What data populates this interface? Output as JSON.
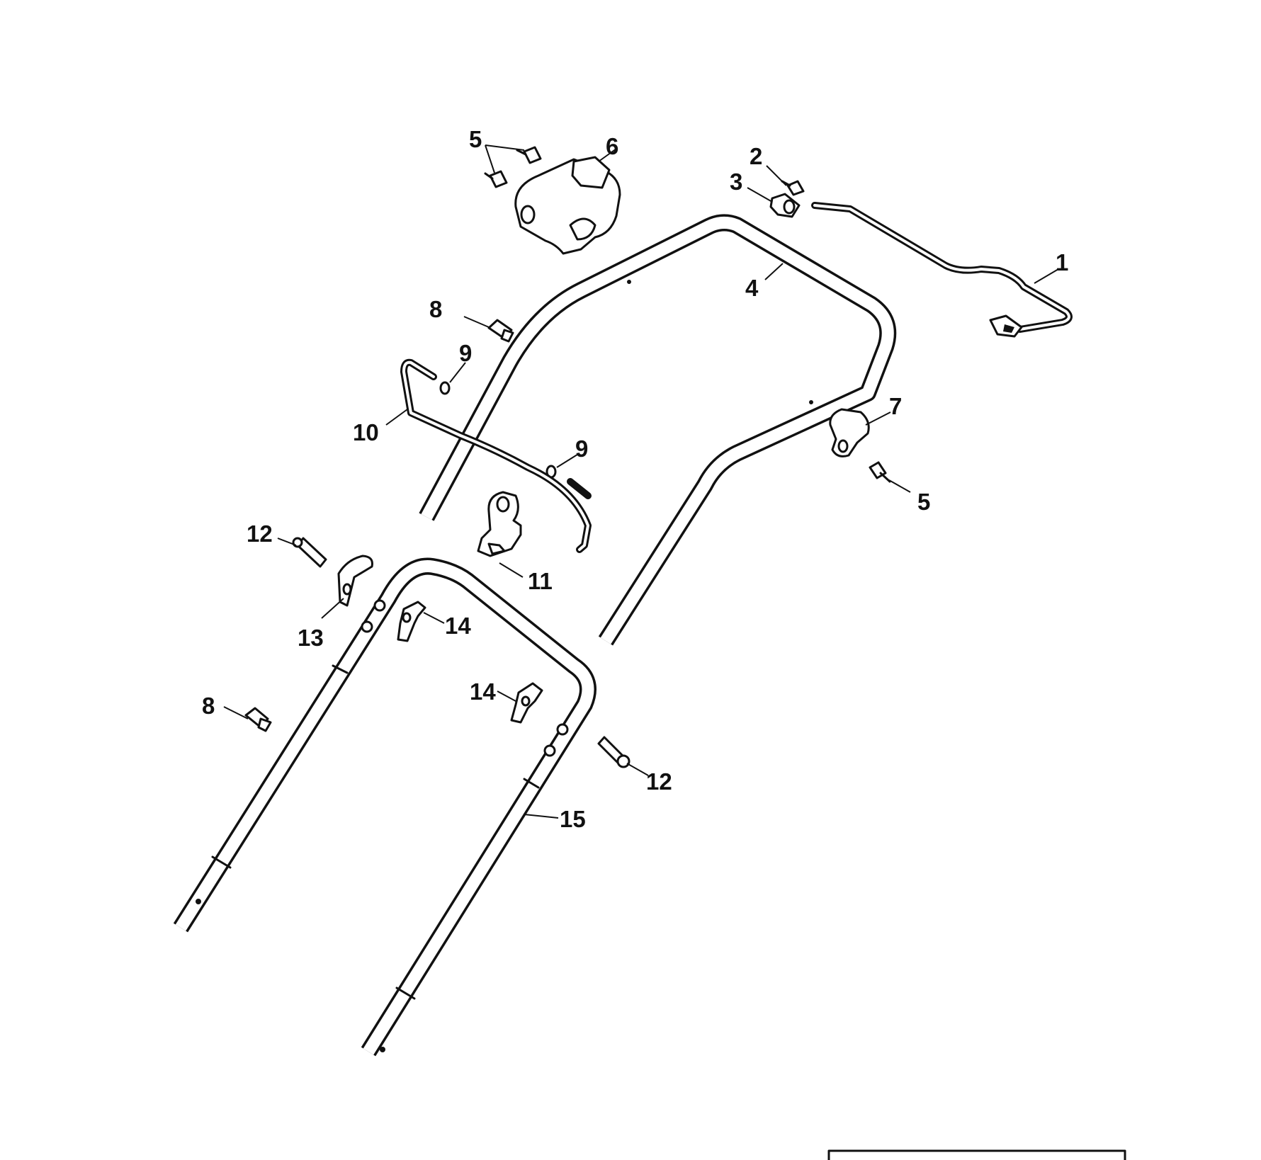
{
  "labels": {
    "l1": "1",
    "l2": "2",
    "l3": "3",
    "l4": "4",
    "l5a": "5",
    "l5b": "5",
    "l6": "6",
    "l7": "7",
    "l8a": "8",
    "l8b": "8",
    "l9a": "9",
    "l9b": "9",
    "l10": "10",
    "l11": "11",
    "l12a": "12",
    "l12b": "12",
    "l13": "13",
    "l14a": "14",
    "l14b": "14",
    "l15": "15"
  }
}
